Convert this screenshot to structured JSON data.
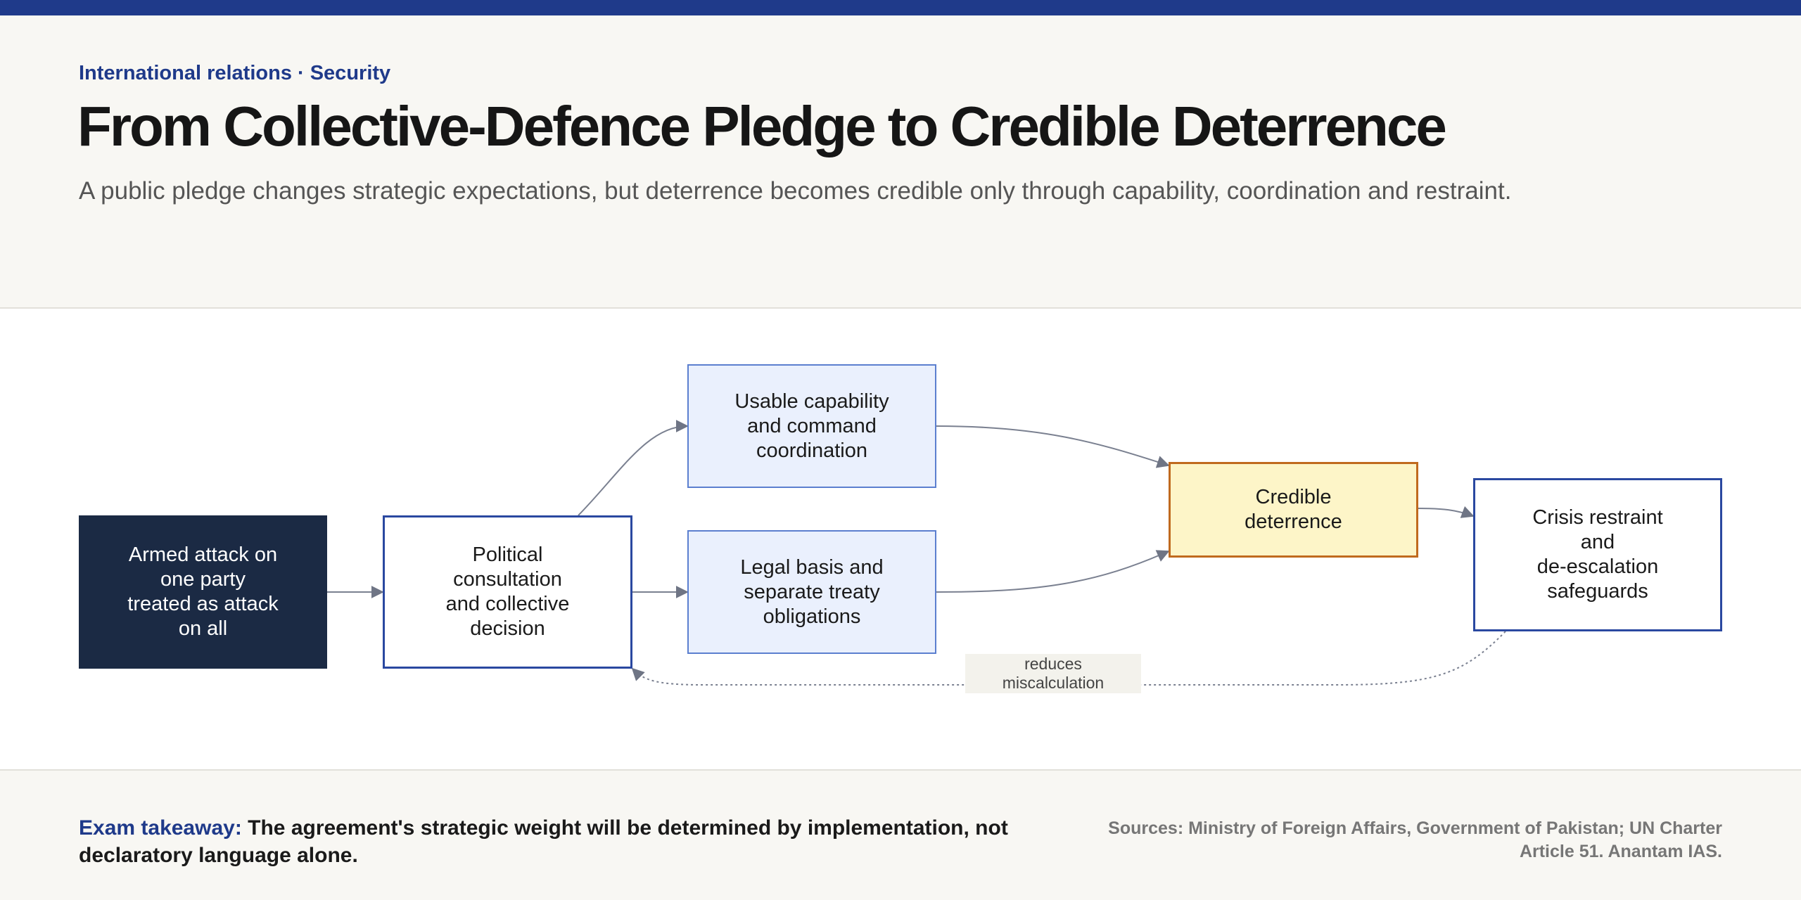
{
  "header": {
    "eyebrow": "International relations · Security",
    "title": "From Collective-Defence Pledge to Credible Deterrence",
    "subtitle": "A public pledge changes strategic expectations, but deterrence becomes credible only through capability, coordination and restraint."
  },
  "diagram": {
    "nodes": {
      "attack": "Armed attack on\none party\ntreated as attack\non all",
      "political": "Political\nconsultation\nand collective\ndecision",
      "capability": "Usable capability\nand command\ncoordination",
      "legal": "Legal basis and\nseparate treaty\nobligations",
      "credible": "Credible\ndeterrence",
      "crisis": "Crisis restraint\nand\nde-escalation\nsafeguards"
    },
    "feedback_label": "reduces\nmiscalculation"
  },
  "footer": {
    "takeaway_lead": "Exam takeaway:",
    "takeaway_text": " The agreement's strategic weight will be determined by implementation, not declaratory language alone.",
    "sources": "Sources: Ministry of Foreign Affairs, Government of Pakistan; UN Charter Article 51. Anantam IAS."
  },
  "colors": {
    "accent": "#1f3a8a",
    "dark_node": "#1b2a44",
    "light_node": "#eaf0fd",
    "highlight_node": "#fdf5c8",
    "highlight_border": "#c06a1e",
    "edge": "#7a8090"
  }
}
